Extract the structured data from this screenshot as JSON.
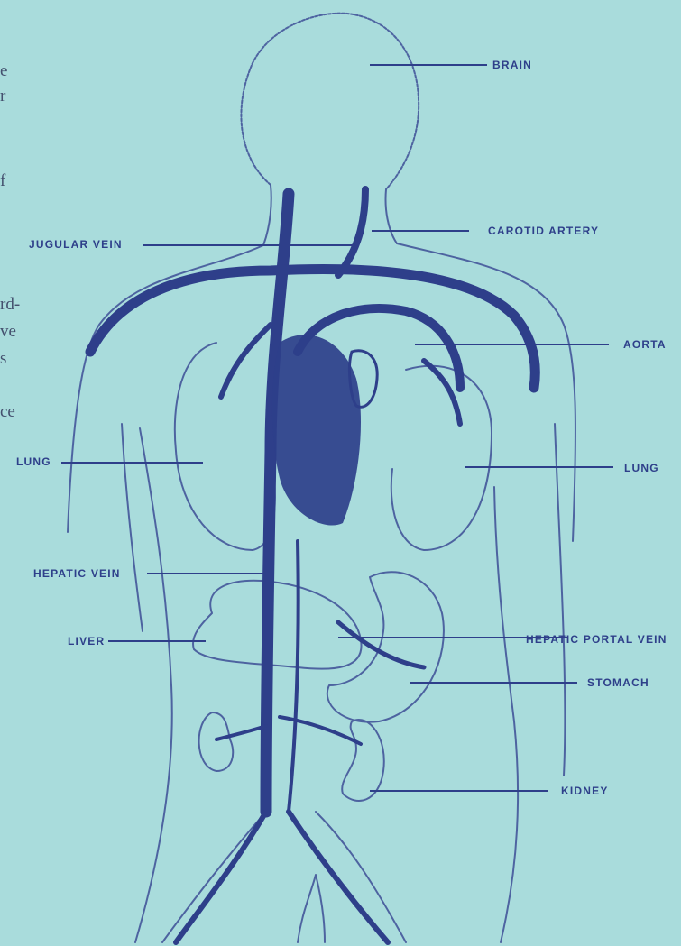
{
  "labels": {
    "brain": "BRAIN",
    "carotid_artery": "CAROTID ARTERY",
    "jugular_vein": "JUGULAR VEIN",
    "aorta": "AORTA",
    "lung_left": "LUNG",
    "lung_right": "LUNG",
    "hepatic_vein": "HEPATIC VEIN",
    "liver": "LIVER",
    "hepatic_portal_vein": "HEPATIC PORTAL VEIN",
    "stomach": "STOMACH",
    "kidney": "KIDNEY"
  },
  "margin_fragments": [
    "e",
    "r",
    "f",
    "rd-",
    "ve",
    "s",
    "ce"
  ],
  "colors": {
    "paper": "#a9dcdc",
    "ink": "#2e3f8a",
    "ink_light": "#4a5a9c"
  }
}
